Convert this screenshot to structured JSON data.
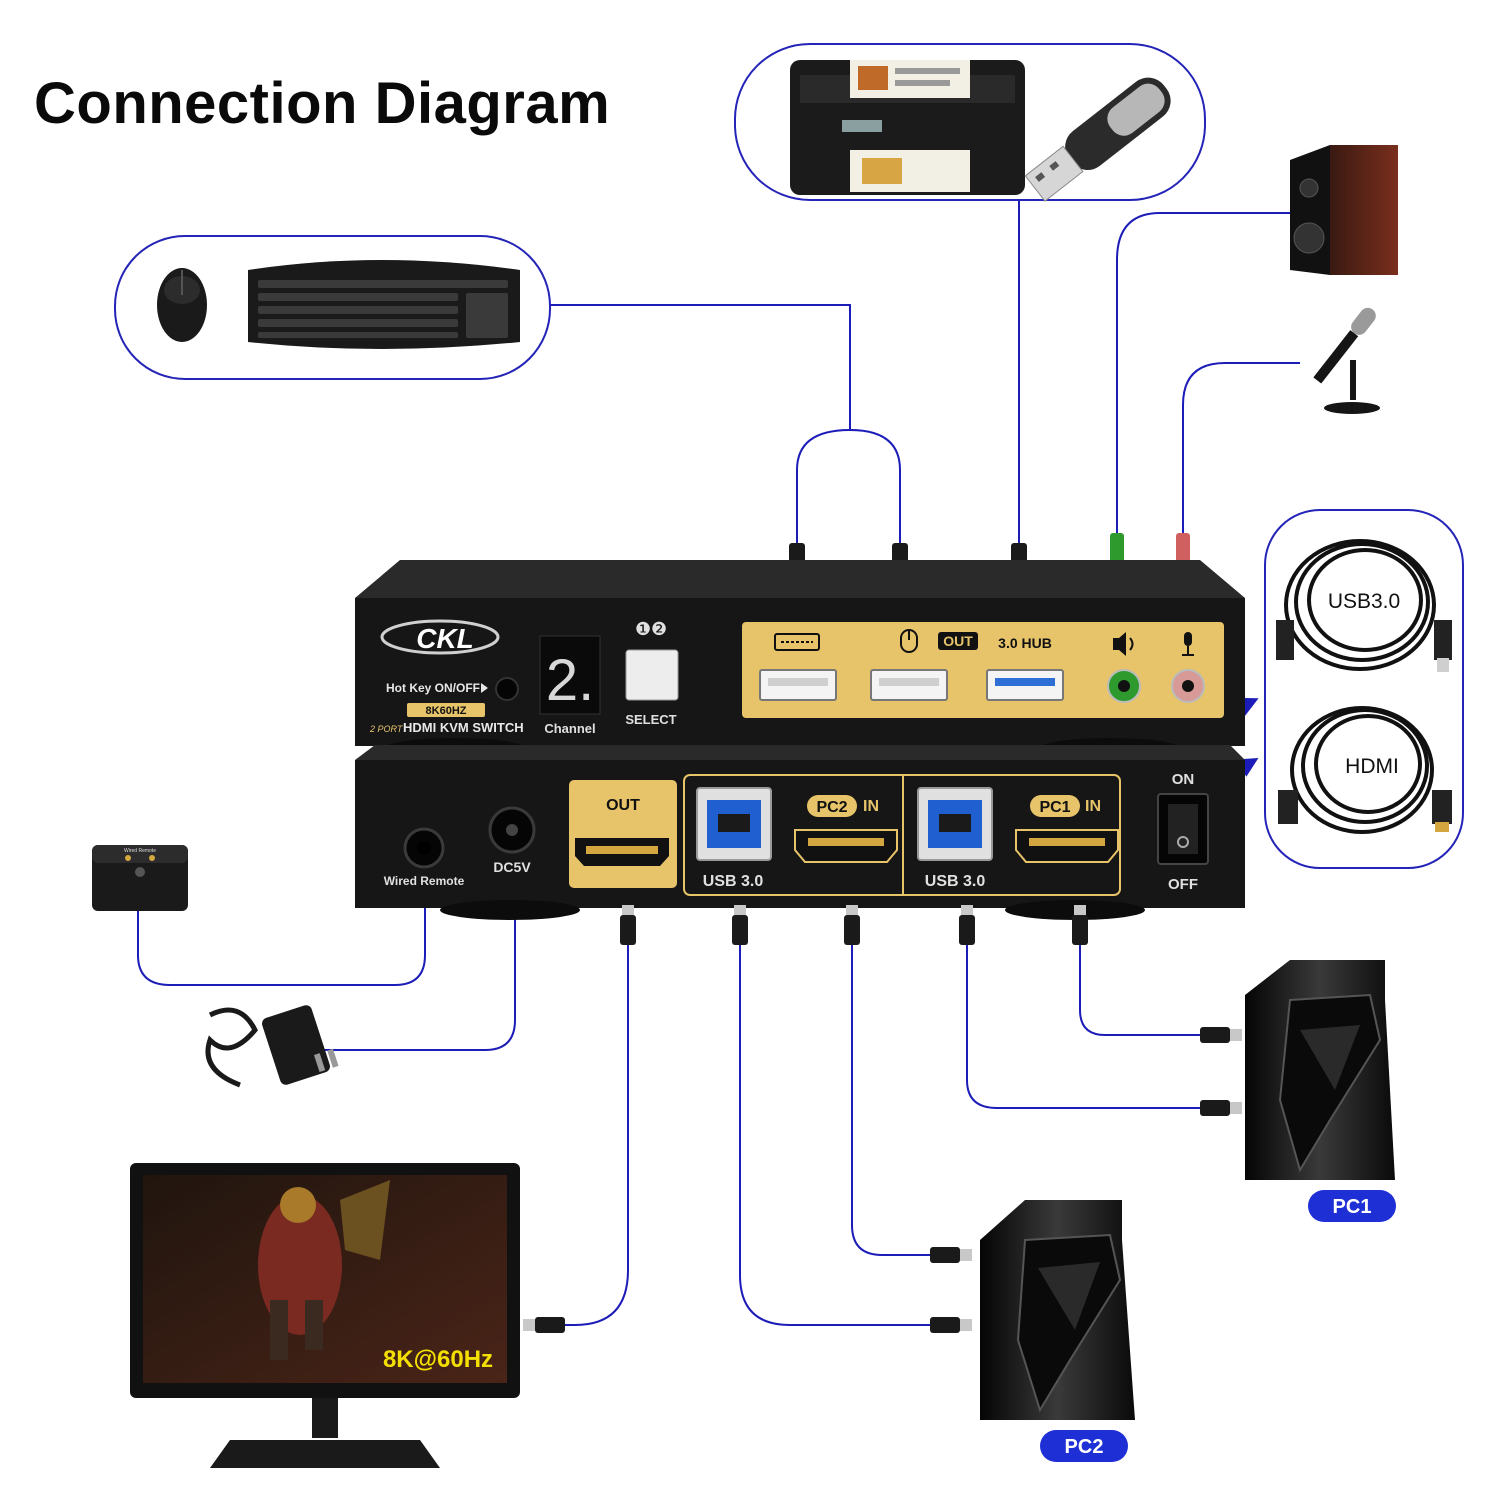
{
  "title": "Connection Diagram",
  "colors": {
    "cable": "#1c1cb8",
    "bubble_border": "#2424b8",
    "panel_gold": "#e7c46a",
    "device_black": "#1a1a1a",
    "pc_badge": "#1f2fd6",
    "resolution_text": "#f4e000"
  },
  "device": {
    "brand": "CKL",
    "hotkey_label": "Hot Key ON/OFF",
    "resolution_badge": "8K60HZ",
    "model_label": "HDMI KVM SWITCH",
    "model_prefix": "2 PORT",
    "channel_display": "2.",
    "channel_label": "Channel",
    "port_numbers": "❶❷",
    "select_label": "SELECT",
    "front_out_label": "OUT",
    "hub_label": "3.0 HUB",
    "rear": {
      "wired_remote_label": "Wired Remote",
      "dc_label": "DC5V",
      "hdmi_out_label": "OUT",
      "pc2_label": "PC2",
      "pc1_label": "PC1",
      "in_label": "IN",
      "usb30_label_1": "USB 3.0",
      "usb30_label_2": "USB 3.0",
      "switch_on": "ON",
      "switch_off": "OFF"
    }
  },
  "cables_legend": {
    "usb_label": "USB3.0",
    "hdmi_label": "HDMI"
  },
  "monitor_text": "8K@60Hz",
  "remote_label": "Wired Remote",
  "pcs": [
    "PC1",
    "PC2"
  ],
  "icons": [
    "mouse-icon",
    "keyboard-icon",
    "printer-icon",
    "usb-drive-icon",
    "speaker-icon",
    "microphone-icon",
    "power-adapter-icon",
    "monitor-icon",
    "pc-tower-icon"
  ]
}
